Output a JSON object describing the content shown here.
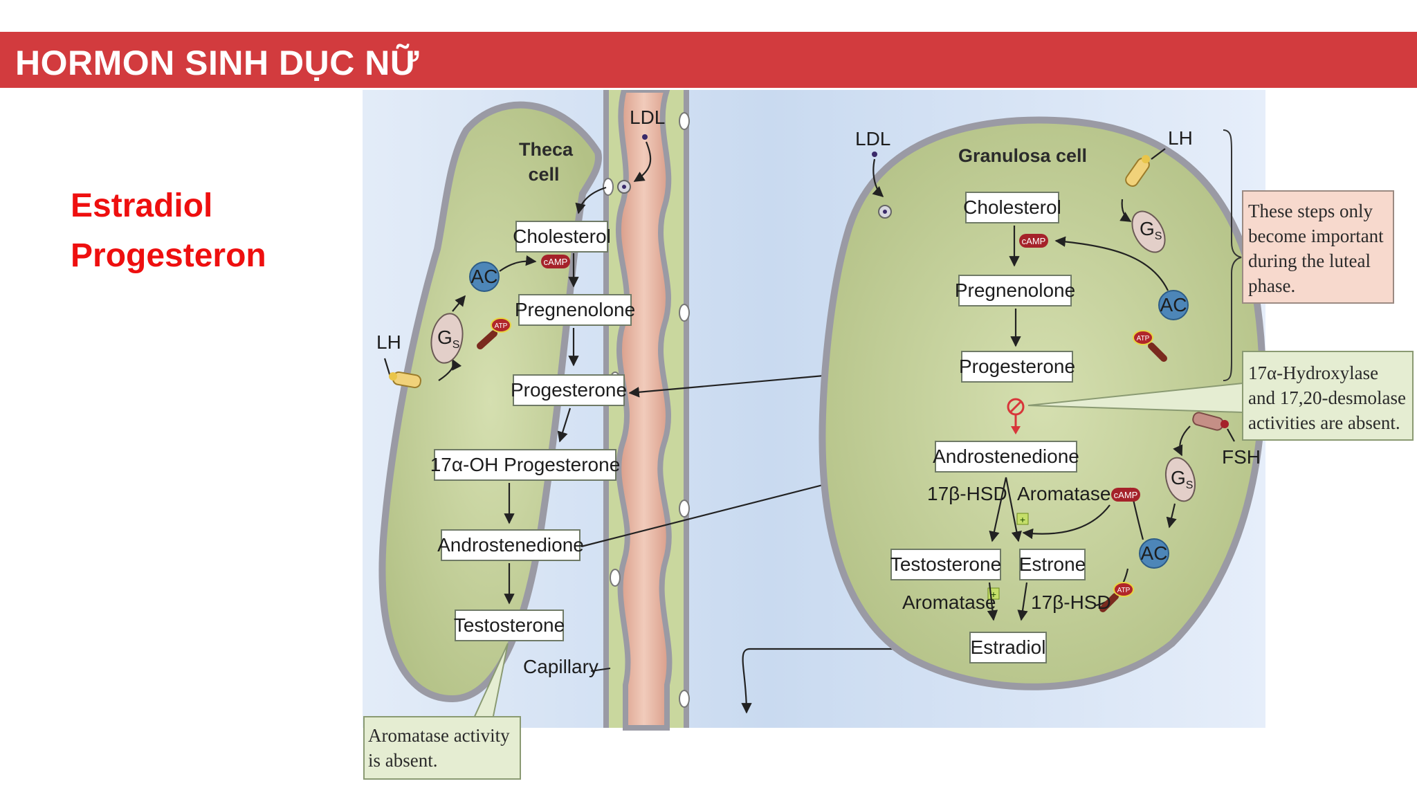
{
  "header": {
    "title": "HORMON SINH DỤC NỮ"
  },
  "sidebar": {
    "items": [
      "Estradiol",
      "Progesteron"
    ]
  },
  "diagram": {
    "theca": {
      "title_line1": "Theca",
      "title_line2": "cell",
      "ldl": "LDL",
      "lh": "LH",
      "gs": "G",
      "gs_sub": "S",
      "ac": "AC",
      "camp": "cAMP",
      "atp": "ATP",
      "steps": [
        "Cholesterol",
        "Pregnenolone",
        "Progesterone",
        "17α-OH Progesterone",
        "Androstenedione",
        "Testosterone"
      ]
    },
    "capillary": "Capillary",
    "granulosa": {
      "title": "Granulosa cell",
      "ldl": "LDL",
      "lh": "LH",
      "fsh": "FSH",
      "gs": "G",
      "gs_sub": "S",
      "ac": "AC",
      "camp": "cAMP",
      "atp": "ATP",
      "steps": {
        "cholesterol": "Cholesterol",
        "pregnenolone": "Pregnenolone",
        "progesterone": "Progesterone",
        "androstenedione": "Androstenedione",
        "testosterone": "Testosterone",
        "estrone": "Estrone",
        "estradiol": "Estradiol"
      },
      "enzyme_17bhsd": "17β-HSD",
      "enzyme_aromatase": "Aromatase"
    },
    "notes": {
      "luteal_line1": "These steps only",
      "luteal_line2": "become important",
      "luteal_line3": "during the luteal",
      "luteal_line4": "phase.",
      "hydrox_line1": "17α-Hydroxylase",
      "hydrox_line2": "and 17,20-desmolase",
      "hydrox_line3": "activities are absent.",
      "arom_line1": "Aromatase activity",
      "arom_line2": "is absent."
    },
    "colors": {
      "cell_fill": "#c3cf9a",
      "membrane": "#9a9aa4",
      "background": "#d7e4f5",
      "capillary": "#e9b8a4",
      "ac_blue": "#4d86b8",
      "camp_red": "#a5222a",
      "note_pink": "#f7d9cd",
      "note_green": "#e5edd2"
    }
  }
}
